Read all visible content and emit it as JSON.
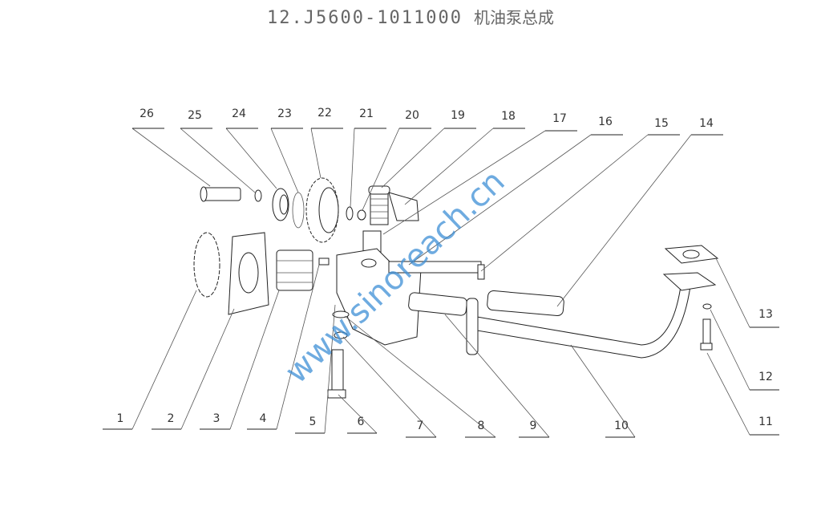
{
  "title": {
    "code": "12.J5600-1011000",
    "name": "机油泵总成"
  },
  "watermark": "www.sinoreach.cn",
  "callouts": [
    "1",
    "2",
    "3",
    "4",
    "5",
    "6",
    "7",
    "8",
    "9",
    "10",
    "11",
    "12",
    "13",
    "14",
    "15",
    "16",
    "17",
    "18",
    "19",
    "20",
    "21",
    "22",
    "23",
    "24",
    "25",
    "26"
  ]
}
